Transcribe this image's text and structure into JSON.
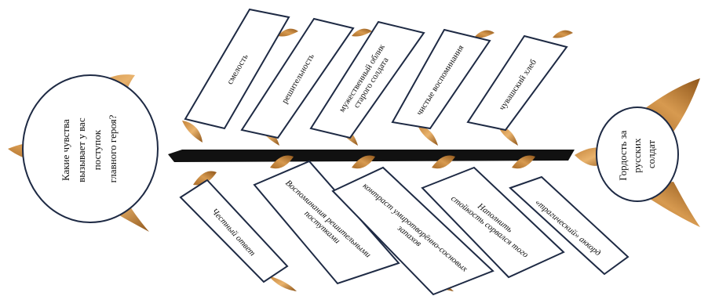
{
  "head_question": {
    "lines": [
      "Какие чувства",
      "вызывает у вас",
      "поступок",
      "главного героя?"
    ]
  },
  "tail_answer": {
    "lines": [
      "Гордость за",
      "русских",
      "солдат"
    ]
  },
  "top_bones": [
    {
      "lines": [
        "смелость"
      ]
    },
    {
      "lines": [
        "решительность"
      ]
    },
    {
      "lines": [
        "мужественный облик",
        "старого солдата"
      ]
    },
    {
      "lines": [
        "чистые воспоминания"
      ]
    },
    {
      "lines": [
        "чувашский хлеб"
      ]
    }
  ],
  "bottom_bones": [
    {
      "lines": [
        "Честный ответ"
      ]
    },
    {
      "lines": [
        "Воспоминания решительными",
        "поступками"
      ]
    },
    {
      "lines": [
        "контраст умиротворённо-сосновых",
        "запахов"
      ]
    },
    {
      "lines": [
        "Наполнить",
        "стойкость сорвался того"
      ]
    },
    {
      "lines": [
        "«трагический» аккорд"
      ]
    }
  ],
  "colors": {
    "bone": "#111111",
    "fin_dark": "#9a5e1e",
    "fin_light": "#e9b36d",
    "card_border": "#1e2a44",
    "card_fill": "#ffffff"
  }
}
